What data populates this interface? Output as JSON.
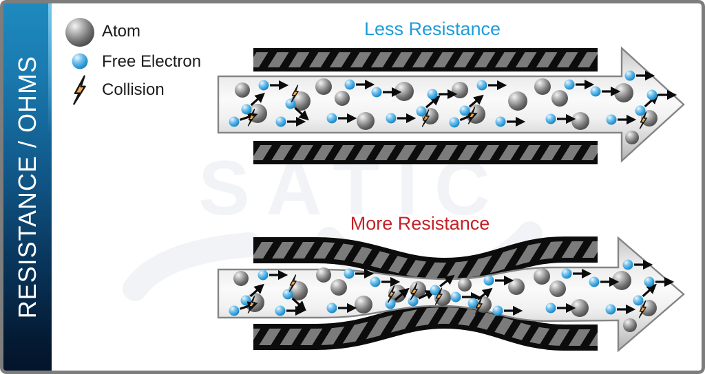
{
  "frame": {
    "border_color": "#7d7d7d",
    "background": "#ffffff"
  },
  "sidebar": {
    "title": "RESISTANCE / OHMS",
    "text_color": "#ffffff",
    "gradient_top": "#1e8abf",
    "gradient_bottom": "#03142a"
  },
  "legend": {
    "items": [
      {
        "id": "atom",
        "label": "Atom",
        "icon": "atom-sphere-icon"
      },
      {
        "id": "free-electron",
        "label": "Free Electron",
        "icon": "electron-sphere-icon"
      },
      {
        "id": "collision",
        "label": "Collision",
        "icon": "collision-bolt-icon"
      }
    ]
  },
  "watermark": {
    "text": "SATIC",
    "color": "#f2f3f6"
  },
  "diagrams": {
    "less": {
      "title": "Less Resistance",
      "title_color": "#1e9cd9",
      "particles": {
        "atoms": [
          [
            352,
            131,
            11
          ],
          [
            374,
            165,
            14
          ],
          [
            437,
            147,
            14
          ],
          [
            470,
            126,
            12
          ],
          [
            497,
            143,
            11
          ],
          [
            531,
            176,
            13
          ],
          [
            587,
            133,
            14
          ],
          [
            625,
            169,
            12
          ],
          [
            668,
            131,
            12
          ],
          [
            691,
            166,
            14
          ],
          [
            752,
            147,
            14
          ],
          [
            788,
            126,
            12
          ],
          [
            813,
            143,
            12
          ],
          [
            843,
            176,
            13
          ],
          [
            906,
            135,
            14
          ],
          [
            943,
            172,
            12
          ],
          [
            918,
            200,
            10
          ]
        ],
        "electrons": [
          [
            383,
            124,
            0
          ],
          [
            340,
            177,
            18
          ],
          [
            358,
            159,
            42
          ],
          [
            422,
            151,
            -42
          ],
          [
            408,
            177,
            0
          ],
          [
            508,
            123,
            0
          ],
          [
            482,
            172,
            0
          ],
          [
            547,
            134,
            0
          ],
          [
            568,
            172,
            0
          ],
          [
            612,
            162,
            40
          ],
          [
            628,
            137,
            0
          ],
          [
            660,
            178,
            22
          ],
          [
            675,
            161,
            40
          ],
          [
            700,
            124,
            0
          ],
          [
            727,
            177,
            0
          ],
          [
            800,
            173,
            0
          ],
          [
            827,
            123,
            0
          ],
          [
            865,
            133,
            0
          ],
          [
            888,
            174,
            0
          ],
          [
            915,
            110,
            0
          ],
          [
            930,
            161,
            42
          ],
          [
            947,
            138,
            0
          ]
        ],
        "bolts": [
          [
            365,
            171
          ],
          [
            428,
            136
          ],
          [
            618,
            172
          ],
          [
            685,
            168
          ],
          [
            934,
            175
          ]
        ]
      }
    },
    "more": {
      "title": "More Resistance",
      "title_color": "#c42127",
      "particles": {
        "atoms": [
          [
            350,
            405,
            11
          ],
          [
            370,
            440,
            14
          ],
          [
            433,
            423,
            14
          ],
          [
            470,
            400,
            11
          ],
          [
            492,
            418,
            12
          ],
          [
            528,
            443,
            13
          ],
          [
            577,
            427,
            13
          ],
          [
            607,
            421,
            12
          ],
          [
            643,
            433,
            12
          ],
          [
            675,
            414,
            10
          ],
          [
            702,
            443,
            12
          ],
          [
            750,
            417,
            12
          ],
          [
            787,
            402,
            12
          ],
          [
            810,
            420,
            12
          ],
          [
            842,
            448,
            13
          ],
          [
            903,
            408,
            14
          ],
          [
            942,
            448,
            12
          ],
          [
            915,
            473,
            10
          ]
        ],
        "electrons": [
          [
            382,
            400,
            0
          ],
          [
            357,
            437,
            42
          ],
          [
            340,
            452,
            18
          ],
          [
            418,
            428,
            -42
          ],
          [
            407,
            452,
            0
          ],
          [
            507,
            398,
            0
          ],
          [
            482,
            448,
            0
          ],
          [
            545,
            410,
            0
          ],
          [
            567,
            442,
            40
          ],
          [
            600,
            438,
            25
          ],
          [
            632,
            422,
            38
          ],
          [
            662,
            432,
            0
          ],
          [
            710,
            408,
            0
          ],
          [
            687,
            441,
            38
          ],
          [
            723,
            452,
            0
          ],
          [
            800,
            448,
            0
          ],
          [
            823,
            398,
            0
          ],
          [
            863,
            410,
            0
          ],
          [
            887,
            450,
            0
          ],
          [
            912,
            385,
            0
          ],
          [
            927,
            437,
            42
          ],
          [
            943,
            410,
            0
          ]
        ],
        "bolts": [
          [
            365,
            443
          ],
          [
            425,
            412
          ],
          [
            568,
            428
          ],
          [
            601,
            424
          ],
          [
            637,
            431
          ],
          [
            695,
            445
          ],
          [
            933,
            450
          ]
        ]
      }
    }
  },
  "palette": {
    "wall": "#0c0c0c",
    "hatch": "#7b7b7b",
    "channel_outline": "#848484",
    "arrow": "#0b0b0b",
    "electron": "#2d9cd9",
    "atom": "#6e6e6e",
    "bolt": "#f2a236"
  }
}
